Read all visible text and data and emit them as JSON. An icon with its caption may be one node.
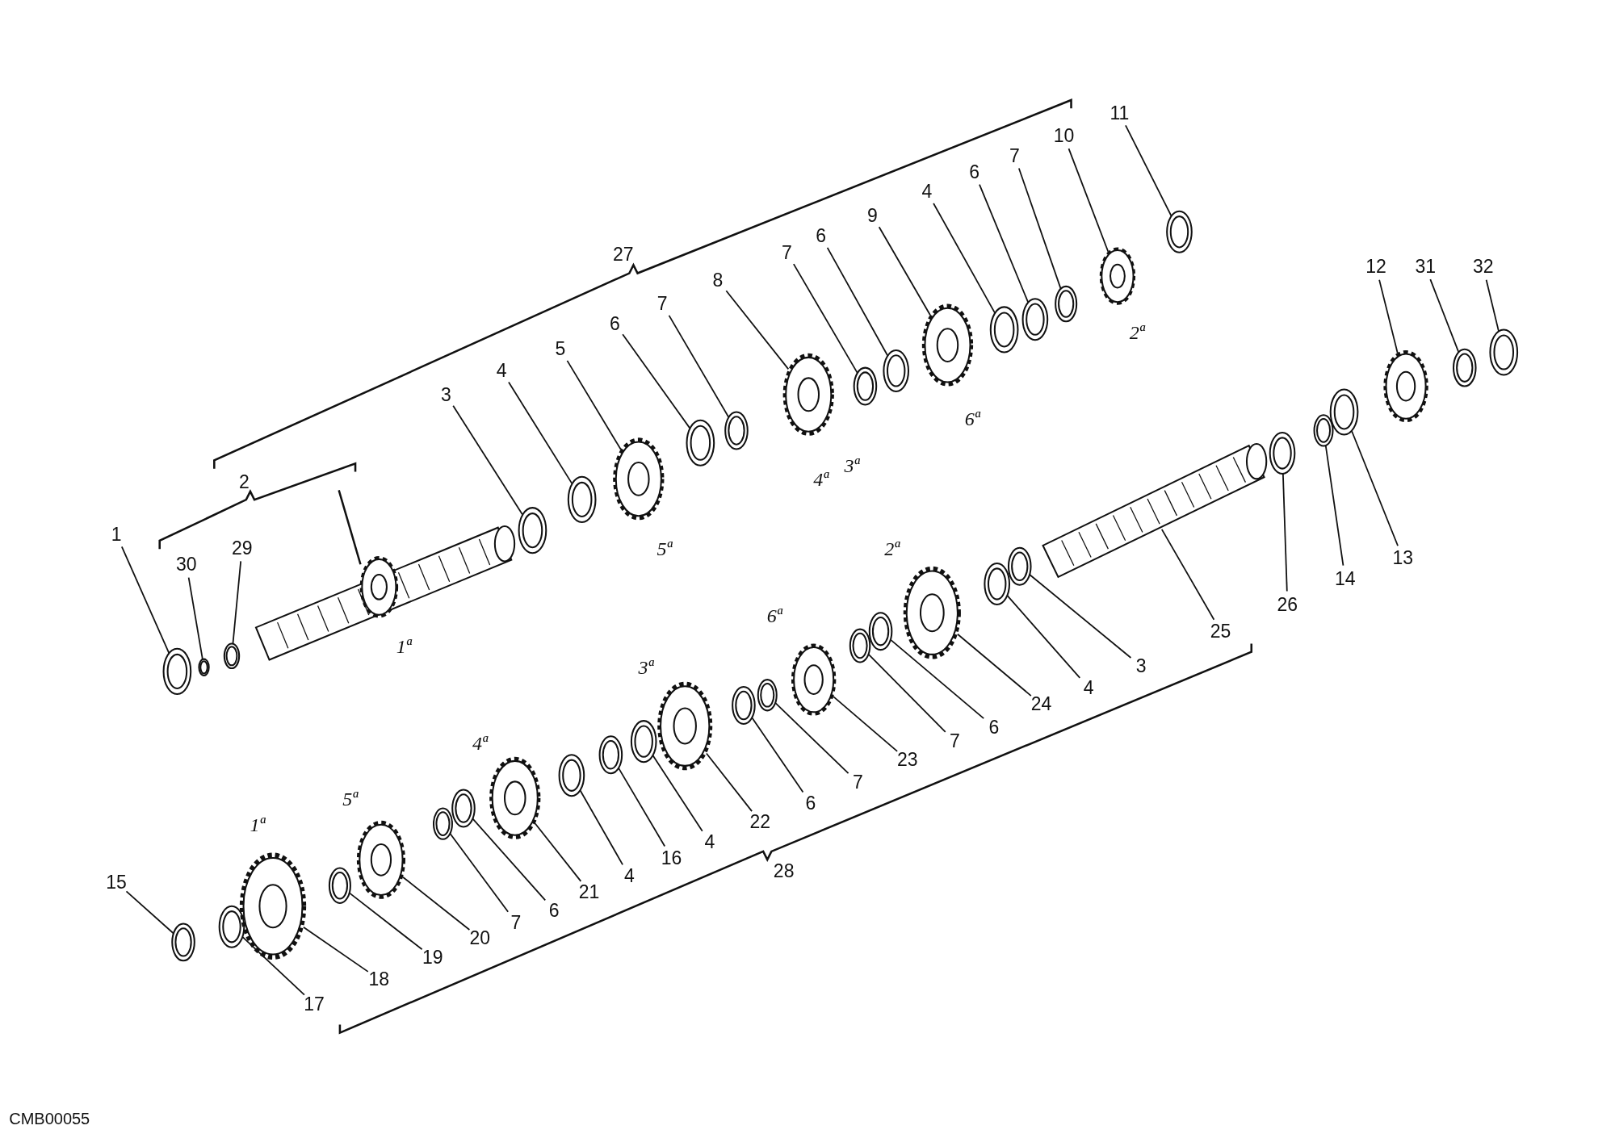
{
  "diagram": {
    "nodes": [
      {
        "text": [
          "11"
        ]
      },
      {
        "text": [
          "10"
        ]
      },
      {
        "text": [
          "7"
        ]
      },
      {
        "text": [
          "6"
        ]
      },
      {
        "text": [
          "4"
        ]
      },
      {
        "text": [
          "9"
        ]
      },
      {
        "text": [
          "6"
        ]
      },
      {
        "text": [
          "7"
        ]
      },
      {
        "text": [
          "8"
        ]
      },
      {
        "text": [
          "7"
        ]
      },
      {
        "text": [
          "6"
        ]
      },
      {
        "text": [
          "5"
        ]
      },
      {
        "text": [
          "4"
        ]
      },
      {
        "text": [
          "3"
        ]
      },
      {
        "text": [
          "12"
        ]
      },
      {
        "text": [
          "31"
        ]
      },
      {
        "text": [
          "32"
        ]
      },
      {
        "text": [
          "1"
        ]
      },
      {
        "text": [
          "29"
        ]
      },
      {
        "text": [
          "30"
        ]
      },
      {
        "text": [
          "13"
        ]
      },
      {
        "text": [
          "14"
        ]
      },
      {
        "text": [
          "26"
        ]
      },
      {
        "text": [
          "25"
        ]
      },
      {
        "text": [
          "3"
        ]
      },
      {
        "text": [
          "4"
        ]
      },
      {
        "text": [
          "24"
        ]
      },
      {
        "text": [
          "6"
        ]
      },
      {
        "text": [
          "7"
        ]
      },
      {
        "text": [
          "23"
        ]
      },
      {
        "text": [
          "7"
        ]
      },
      {
        "text": [
          "6"
        ]
      },
      {
        "text": [
          "22"
        ]
      },
      {
        "text": [
          "4"
        ]
      },
      {
        "text": [
          "16"
        ]
      },
      {
        "text": [
          "4"
        ]
      },
      {
        "text": [
          "21"
        ]
      },
      {
        "text": [
          "6"
        ]
      },
      {
        "text": [
          "15"
        ]
      },
      {
        "text": [
          "7"
        ]
      },
      {
        "text": [
          "20"
        ]
      },
      {
        "text": [
          "19"
        ]
      },
      {
        "text": [
          "18"
        ]
      },
      {
        "text": [
          "17"
        ]
      },
      {
        "text": [],
        "shape": "picture"
      },
      {
        "text": [],
        "shape": "picture"
      },
      {
        "text": [],
        "shape": "picture"
      },
      {
        "text": [],
        "shape": "picture"
      },
      {
        "text": [],
        "shape": "picture"
      },
      {
        "text": [],
        "shape": "picture"
      },
      {
        "text": [],
        "shape": "picture"
      },
      {
        "text": [],
        "shape": "picture"
      },
      {
        "text": [],
        "shape": "picture"
      },
      {
        "text": [],
        "shape": "picture"
      },
      {
        "text": [],
        "shape": "picture"
      },
      {
        "text": [],
        "shape": "picture"
      },
      {
        "text": [],
        "shape": "picture"
      },
      {
        "text": [],
        "shape": "picture"
      },
      {
        "text": [],
        "shape": "picture"
      },
      {
        "text": [],
        "shape": "picture"
      },
      {
        "text": [],
        "shape": "picture"
      },
      {
        "text": [],
        "shape": "picture"
      },
      {
        "text": [],
        "shape": "picture"
      },
      {
        "text": [],
        "shape": "picture"
      },
      {
        "text": [],
        "shape": "picture"
      },
      {
        "text": [],
        "shape": "picture"
      },
      {
        "text": [],
        "shape": "picture"
      },
      {
        "text": [],
        "shape": "picture"
      },
      {
        "text": [],
        "shape": "picture"
      },
      {
        "text": [],
        "shape": "picture"
      },
      {
        "text": [],
        "shape": "picture"
      },
      {
        "text": [],
        "shape": "picture"
      },
      {
        "text": [],
        "shape": "picture"
      },
      {
        "text": [],
        "shape": "picture"
      },
      {
        "text": [],
        "shape": "picture"
      },
      {
        "text": [],
        "shape": "picture"
      },
      {
        "text": [],
        "shape": "picture"
      },
      {
        "text": [],
        "shape": "picture"
      },
      {
        "text": [],
        "shape": "picture"
      },
      {
        "text": [],
        "shape": "picture"
      },
      {
        "text": [],
        "shape": "picture"
      },
      {
        "text": [],
        "shape": "picture"
      },
      {
        "text": [],
        "shape": "picture"
      },
      {
        "text": [],
        "shape": "picture"
      },
      {
        "text": [],
        "shape": "picture"
      },
      {
        "text": [],
        "shape": "picture"
      },
      {
        "text": [],
        "shape": "picture"
      },
      {
        "text": [],
        "shape": "picture"
      }
    ],
    "edges": [
      {
        "from": 0,
        "to": 81,
        "arrow": "none"
      },
      {
        "from": 1,
        "to": 79,
        "arrow": "none"
      },
      {
        "from": 2,
        "to": 78,
        "arrow": "none"
      },
      {
        "from": 3,
        "to": 77,
        "arrow": "none"
      },
      {
        "from": 4,
        "to": 75,
        "arrow": "none"
      },
      {
        "from": 5,
        "to": 73,
        "arrow": "none"
      },
      {
        "from": 6,
        "to": 71,
        "arrow": "none"
      },
      {
        "from": 7,
        "to": 69,
        "arrow": "none"
      },
      {
        "from": 8,
        "to": 66,
        "arrow": "none"
      },
      {
        "from": 9,
        "to": 63,
        "arrow": "none"
      },
      {
        "from": 10,
        "to": 62,
        "arrow": "none"
      },
      {
        "from": 11,
        "to": 59,
        "arrow": "none"
      },
      {
        "from": 12,
        "to": 57,
        "arrow": "none"
      },
      {
        "from": 13,
        "to": 55,
        "arrow": "none"
      },
      {
        "from": 14,
        "to": 85,
        "arrow": "none"
      },
      {
        "from": 15,
        "to": 86,
        "arrow": "none"
      },
      {
        "from": 16,
        "to": 87,
        "arrow": "none"
      },
      {
        "from": 17,
        "to": 44,
        "arrow": "none"
      },
      {
        "from": 18,
        "to": 47,
        "arrow": "none"
      },
      {
        "from": 19,
        "to": 46,
        "arrow": "none"
      },
      {
        "from": 20,
        "to": 84,
        "arrow": "none"
      },
      {
        "from": 21,
        "to": 83,
        "arrow": "none"
      },
      {
        "from": 22,
        "to": 82,
        "arrow": "none"
      },
      {
        "from": 23,
        "to": 80,
        "arrow": "none"
      },
      {
        "from": 24,
        "to": 76,
        "arrow": "none"
      },
      {
        "from": 25,
        "to": 74,
        "arrow": "none"
      },
      {
        "from": 26,
        "to": 72,
        "arrow": "none"
      },
      {
        "from": 27,
        "to": 70,
        "arrow": "none"
      },
      {
        "from": 28,
        "to": 68,
        "arrow": "none"
      },
      {
        "from": 29,
        "to": 67,
        "arrow": "none"
      },
      {
        "from": 30,
        "to": 65,
        "arrow": "none"
      },
      {
        "from": 31,
        "to": 64,
        "arrow": "none"
      },
      {
        "from": 32,
        "to": 61,
        "arrow": "none"
      },
      {
        "from": 33,
        "to": 60,
        "arrow": "none"
      },
      {
        "from": 34,
        "to": 58,
        "arrow": "none"
      },
      {
        "from": 35,
        "to": 56,
        "arrow": "none"
      },
      {
        "from": 36,
        "to": 54,
        "arrow": "none"
      },
      {
        "from": 37,
        "to": 53,
        "arrow": "none"
      },
      {
        "from": 38,
        "to": 45,
        "arrow": "none"
      },
      {
        "from": 39,
        "to": 52,
        "arrow": "none"
      },
      {
        "from": 40,
        "to": 51,
        "arrow": "none"
      },
      {
        "from": 41,
        "to": 50,
        "arrow": "none"
      },
      {
        "from": 42,
        "to": 49,
        "arrow": "none"
      },
      {
        "from": 43,
        "to": 48,
        "arrow": "none"
      }
    ],
    "labels": [
      "27",
      "2ª",
      "6ª",
      "3ª",
      "4ª",
      "2",
      "5ª",
      "2ª",
      "6ª",
      "1ª",
      "3ª",
      "4ª",
      "5ª",
      "1ª",
      "28",
      "CMB00055"
    ]
  }
}
